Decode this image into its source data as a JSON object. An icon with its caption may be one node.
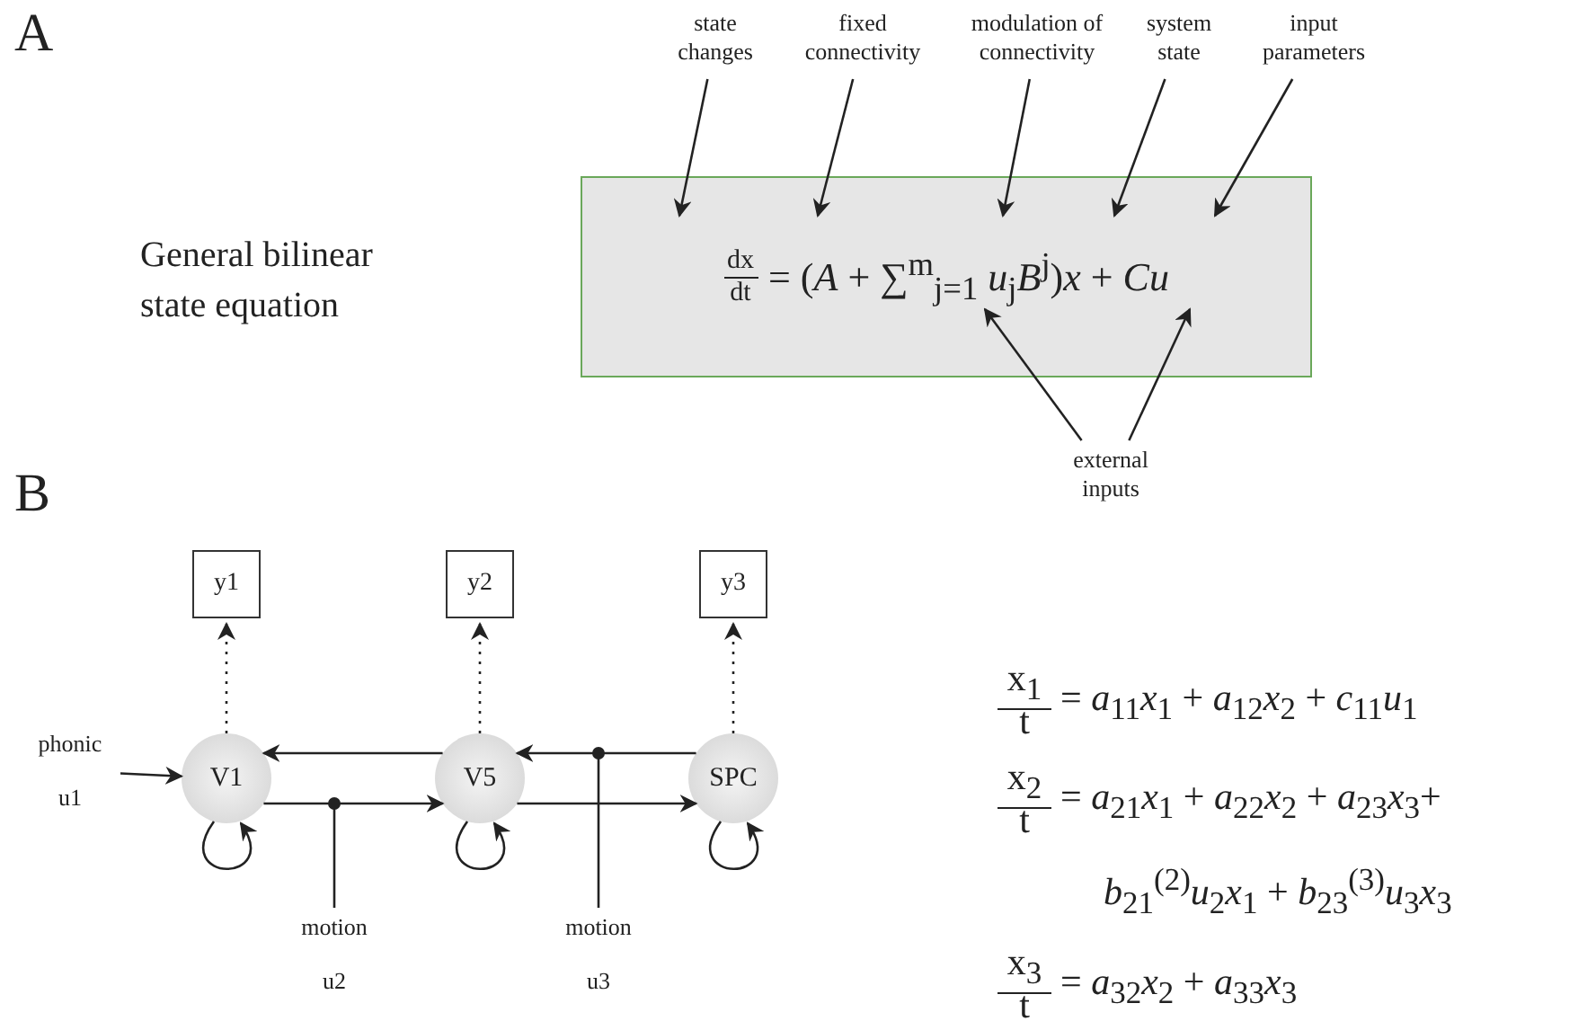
{
  "diagram": {
    "nodes": [
      {
        "text": [
          "state changes"
        ]
      },
      {
        "text": [
          "fixed connectivity"
        ]
      },
      {
        "text": [
          "modulation of connectivity"
        ]
      },
      {
        "text": [
          "system state"
        ]
      },
      {
        "text": [
          "input parameters"
        ]
      },
      {
        "text": [
          "dx",
          "dt",
          "= (*A* + ∑$^{m}$$_{j=1}$ *u*$_{j}$*B*$^{j}$)*x* + *Cu*"
        ]
      },
      {
        "text": [
          "external inputs"
        ]
      },
      {
        "text": [
          "y1"
        ]
      },
      {
        "text": [
          "y2"
        ]
      },
      {
        "text": [
          "y3"
        ]
      },
      {
        "text": [
          "phonic",
          "u1"
        ]
      },
      {
        "text": [
          "V1"
        ]
      },
      {
        "text": [
          "V5"
        ]
      },
      {
        "text": [
          "SPC"
        ]
      },
      {
        "text": [
          "motion",
          "u2"
        ]
      },
      {
        "text": [
          "motion",
          "u3"
        ]
      }
    ],
    "edges": [
      {
        "from": 0,
        "to": 5,
        "arrow": "to"
      },
      {
        "from": 1,
        "to": 5,
        "arrow": "to"
      },
      {
        "from": 2,
        "to": 5,
        "arrow": "to"
      },
      {
        "from": 3,
        "to": 5,
        "arrow": "to"
      },
      {
        "from": 4,
        "to": 5,
        "arrow": "to"
      },
      {
        "from": 6,
        "to": 5,
        "arrow": "to"
      },
      {
        "from": 6,
        "to": 5,
        "arrow": "to"
      },
      {
        "from": 11,
        "to": 7,
        "arrow": "to",
        "style": "dashed"
      },
      {
        "from": 12,
        "to": 8,
        "arrow": "to",
        "style": "dashed"
      },
      {
        "from": 13,
        "to": 9,
        "arrow": "to",
        "style": "dashed"
      },
      {
        "from": 10,
        "to": 11,
        "arrow": "to"
      },
      {
        "from": 12,
        "to": 11,
        "arrow": "to"
      },
      {
        "from": 13,
        "to": 12,
        "arrow": "to"
      },
      {
        "from": 11,
        "to": 12,
        "arrow": "to"
      },
      {
        "from": 12,
        "to": 13,
        "arrow": "to"
      },
      {
        "from": 11,
        "to": 11,
        "arrow": "to"
      },
      {
        "from": 12,
        "to": 12,
        "arrow": "to"
      },
      {
        "from": 13,
        "to": 13,
        "arrow": "to"
      },
      {
        "from": 14,
        "to": null,
        "arrow": "other"
      },
      {
        "from": 15,
        "to": null,
        "arrow": "other"
      }
    ],
    "labels": [
      "A",
      "General bilinear state equation",
      "B",
      "x$_{1}$",
      "= *a*$_{11}$*x*$_{1}$ + *a*$_{12}$*x*$_{2}$ + *c*$_{11}$*u*$_{1}$",
      "t",
      "x$_{2}$",
      "= *a*$_{21}$*x*$_{1}$ + *a*$_{22}$*x*$_{2}$ + *a*$_{23}$*x*$_{3}$+",
      "t",
      "*b*$_{21}$$^{(2)}$*u*$_{2}$*x*$_{1}$ + *b*$_{23}$$^{(3)}$*u*$_{3}$*x*$_{3}$",
      "x$_{3}$",
      "= *a*$_{32}$*x*$_{2}$ + *a*$_{33}$*x*$_{3}$",
      "t"
    ]
  }
}
